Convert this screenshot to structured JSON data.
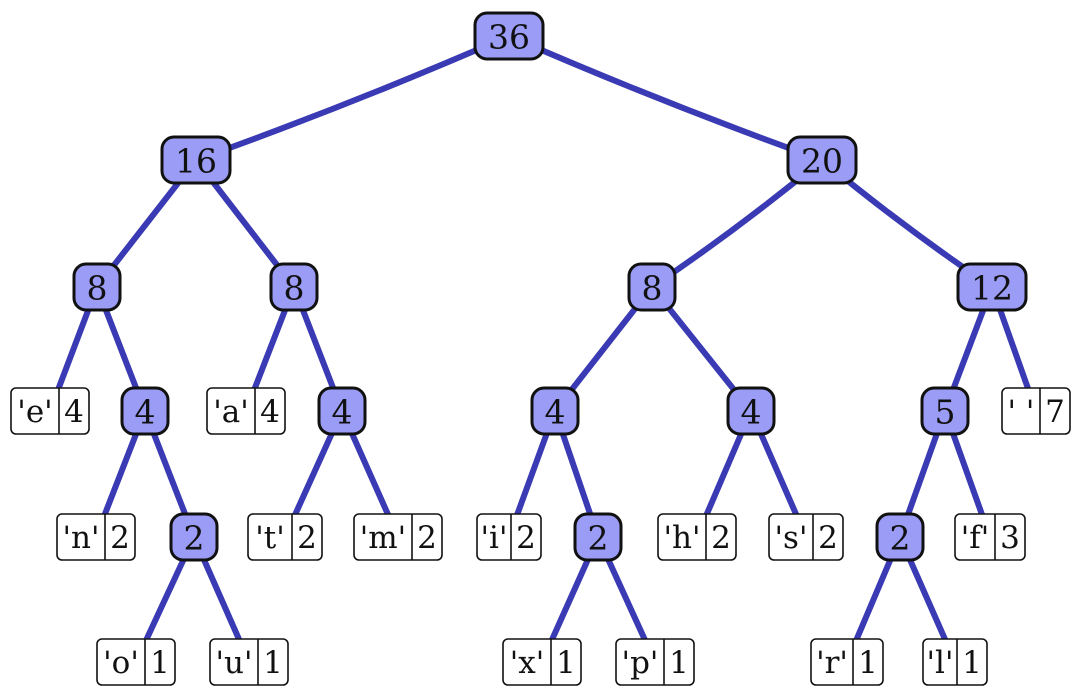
{
  "colors": {
    "edge": "#3a3ab4",
    "inner_fill": "#9a9cf6",
    "outline": "#111111",
    "leaf_fill": "#ffffff"
  },
  "tree": {
    "nodes": [
      {
        "id": "n36",
        "type": "internal",
        "value": "36"
      },
      {
        "id": "n16",
        "type": "internal",
        "value": "16"
      },
      {
        "id": "n20",
        "type": "internal",
        "value": "20"
      },
      {
        "id": "n8a",
        "type": "internal",
        "value": "8"
      },
      {
        "id": "n8b",
        "type": "internal",
        "value": "8"
      },
      {
        "id": "n8c",
        "type": "internal",
        "value": "8"
      },
      {
        "id": "n12",
        "type": "internal",
        "value": "12"
      },
      {
        "id": "n4a",
        "type": "internal",
        "value": "4"
      },
      {
        "id": "n4b",
        "type": "internal",
        "value": "4"
      },
      {
        "id": "n4c",
        "type": "internal",
        "value": "4"
      },
      {
        "id": "n4d",
        "type": "internal",
        "value": "4"
      },
      {
        "id": "n5",
        "type": "internal",
        "value": "5"
      },
      {
        "id": "n2a",
        "type": "internal",
        "value": "2"
      },
      {
        "id": "n2b",
        "type": "internal",
        "value": "2"
      },
      {
        "id": "n2c",
        "type": "internal",
        "value": "2"
      },
      {
        "id": "le",
        "type": "leaf",
        "char": "'e'",
        "count": "4"
      },
      {
        "id": "la",
        "type": "leaf",
        "char": "'a'",
        "count": "4"
      },
      {
        "id": "lsp",
        "type": "leaf",
        "char": "' '",
        "count": "7"
      },
      {
        "id": "ln",
        "type": "leaf",
        "char": "'n'",
        "count": "2"
      },
      {
        "id": "lt",
        "type": "leaf",
        "char": "'t'",
        "count": "2"
      },
      {
        "id": "lm",
        "type": "leaf",
        "char": "'m'",
        "count": "2"
      },
      {
        "id": "li",
        "type": "leaf",
        "char": "'i'",
        "count": "2"
      },
      {
        "id": "lh",
        "type": "leaf",
        "char": "'h'",
        "count": "2"
      },
      {
        "id": "ls",
        "type": "leaf",
        "char": "'s'",
        "count": "2"
      },
      {
        "id": "lf",
        "type": "leaf",
        "char": "'f'",
        "count": "3"
      },
      {
        "id": "lo",
        "type": "leaf",
        "char": "'o'",
        "count": "1"
      },
      {
        "id": "lu",
        "type": "leaf",
        "char": "'u'",
        "count": "1"
      },
      {
        "id": "lx",
        "type": "leaf",
        "char": "'x'",
        "count": "1"
      },
      {
        "id": "lp",
        "type": "leaf",
        "char": "'p'",
        "count": "1"
      },
      {
        "id": "lr",
        "type": "leaf",
        "char": "'r'",
        "count": "1"
      },
      {
        "id": "ll",
        "type": "leaf",
        "char": "'l'",
        "count": "1"
      }
    ],
    "edges": [
      [
        "n36",
        "n16"
      ],
      [
        "n36",
        "n20"
      ],
      [
        "n16",
        "n8a"
      ],
      [
        "n16",
        "n8b"
      ],
      [
        "n20",
        "n8c"
      ],
      [
        "n20",
        "n12"
      ],
      [
        "n8a",
        "le"
      ],
      [
        "n8a",
        "n4a"
      ],
      [
        "n8b",
        "la"
      ],
      [
        "n8b",
        "n4b"
      ],
      [
        "n8c",
        "n4c"
      ],
      [
        "n8c",
        "n4d"
      ],
      [
        "n12",
        "n5"
      ],
      [
        "n12",
        "lsp"
      ],
      [
        "n4a",
        "ln"
      ],
      [
        "n4a",
        "n2a"
      ],
      [
        "n4b",
        "lt"
      ],
      [
        "n4b",
        "lm"
      ],
      [
        "n4c",
        "li"
      ],
      [
        "n4c",
        "n2b"
      ],
      [
        "n4d",
        "lh"
      ],
      [
        "n4d",
        "ls"
      ],
      [
        "n5",
        "n2c"
      ],
      [
        "n5",
        "lf"
      ],
      [
        "n2a",
        "lo"
      ],
      [
        "n2a",
        "lu"
      ],
      [
        "n2b",
        "lx"
      ],
      [
        "n2b",
        "lp"
      ],
      [
        "n2c",
        "lr"
      ],
      [
        "n2c",
        "ll"
      ]
    ]
  }
}
